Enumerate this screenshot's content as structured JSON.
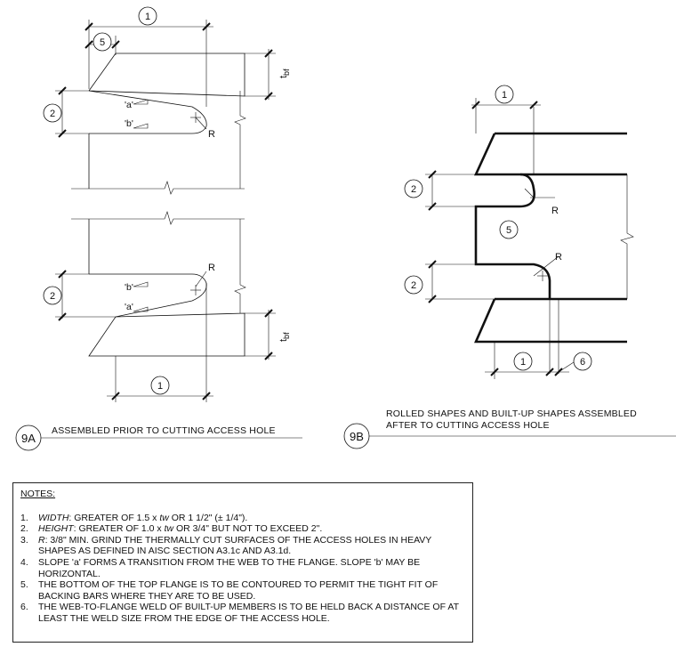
{
  "callouts": {
    "width": "1",
    "height": "2",
    "radius": "R",
    "contour": "5",
    "weld": "6",
    "flange": "t",
    "flange_sub": "bf",
    "slope_a": "'a'",
    "slope_b": "'b'"
  },
  "detail_9a": {
    "tag": "9A",
    "caption": "ASSEMBLED PRIOR TO CUTTING ACCESS HOLE"
  },
  "detail_9b": {
    "tag": "9B",
    "caption_line1": "ROLLED SHAPES AND BUILT-UP SHAPES ASSEMBLED",
    "caption_line2": "AFTER TO CUTTING ACCESS HOLE"
  },
  "notes": {
    "title": "NOTES:",
    "items": [
      {
        "num": "1.",
        "term": "WIDTH",
        "text": ": GREATER OF 1.5 x ",
        "var": "tw",
        "text2": " OR 1 1/2\" (± 1/4\")."
      },
      {
        "num": "2.",
        "term": "HEIGHT",
        "text": ": GREATER OF 1.0 x ",
        "var": "tw",
        "text2": " OR 3/4\" BUT NOT TO EXCEED 2\"."
      },
      {
        "num": "3.",
        "term": "R",
        "text": ": 3/8\" MIN. GRIND THE THERMALLY CUT SURFACES OF THE ACCESS HOLES IN HEAVY SHAPES AS DEFINED IN AISC SECTION A3.1c AND A3.1d.",
        "var": "",
        "text2": ""
      },
      {
        "num": "4.",
        "term": "",
        "text": "SLOPE 'a' FORMS A TRANSITION FROM THE WEB TO THE FLANGE. SLOPE 'b' MAY BE HORIZONTAL.",
        "var": "",
        "text2": ""
      },
      {
        "num": "5.",
        "term": "",
        "text": "THE BOTTOM OF THE TOP FLANGE IS TO BE CONTOURED TO PERMIT THE TIGHT FIT OF BACKING BARS WHERE THEY ARE TO BE USED.",
        "var": "",
        "text2": ""
      },
      {
        "num": "6.",
        "term": "",
        "text": "THE WEB-TO-FLANGE WELD OF BUILT-UP MEMBERS IS TO BE HELD BACK A DISTANCE OF AT LEAST THE WELD SIZE FROM THE EDGE OF THE ACCESS HOLE.",
        "var": "",
        "text2": ""
      }
    ]
  }
}
